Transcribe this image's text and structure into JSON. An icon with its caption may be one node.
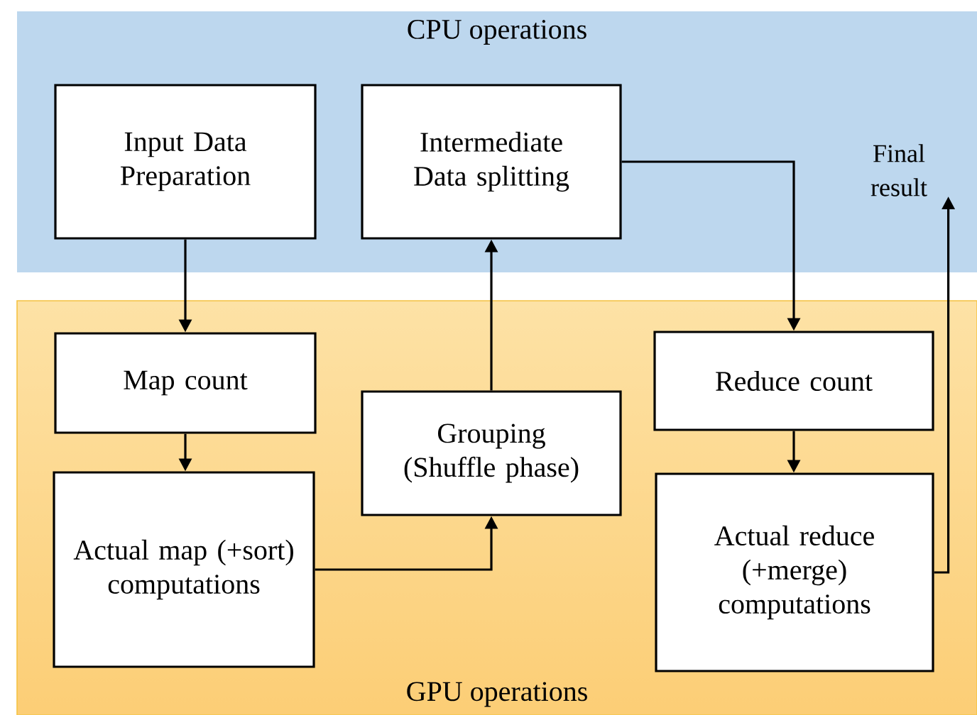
{
  "diagram": {
    "nodes": [
      {
        "text": [
          "CPU operations"
        ]
      },
      {
        "text": [
          "Input Data Preparation"
        ],
        "in": 0
      },
      {
        "text": [
          "Intermediate Data splitting"
        ],
        "in": 0
      },
      {
        "text": [
          "Final result"
        ],
        "in": 0
      },
      {
        "text": [
          "GPU operations"
        ]
      },
      {
        "text": [
          "Map count"
        ],
        "in": 4
      },
      {
        "text": [
          "Grouping (Shuffle phase)"
        ],
        "in": 4
      },
      {
        "text": [
          "Actual map (+sort) computations"
        ],
        "in": 4
      },
      {
        "text": [
          "Reduce count"
        ],
        "in": 4
      },
      {
        "text": [
          "Actual reduce (+merge) computations"
        ],
        "in": 4
      }
    ],
    "edges": [
      {
        "from": 1,
        "to": 5,
        "arrow": "to"
      },
      {
        "from": 5,
        "to": 7,
        "arrow": "to"
      },
      {
        "from": 7,
        "to": 6,
        "arrow": "to"
      },
      {
        "from": 6,
        "to": 2,
        "arrow": "to"
      },
      {
        "from": 2,
        "to": 8,
        "arrow": "to"
      },
      {
        "from": 8,
        "to": 9,
        "arrow": "to"
      },
      {
        "from": 9,
        "to": 3,
        "arrow": "to"
      }
    ]
  }
}
